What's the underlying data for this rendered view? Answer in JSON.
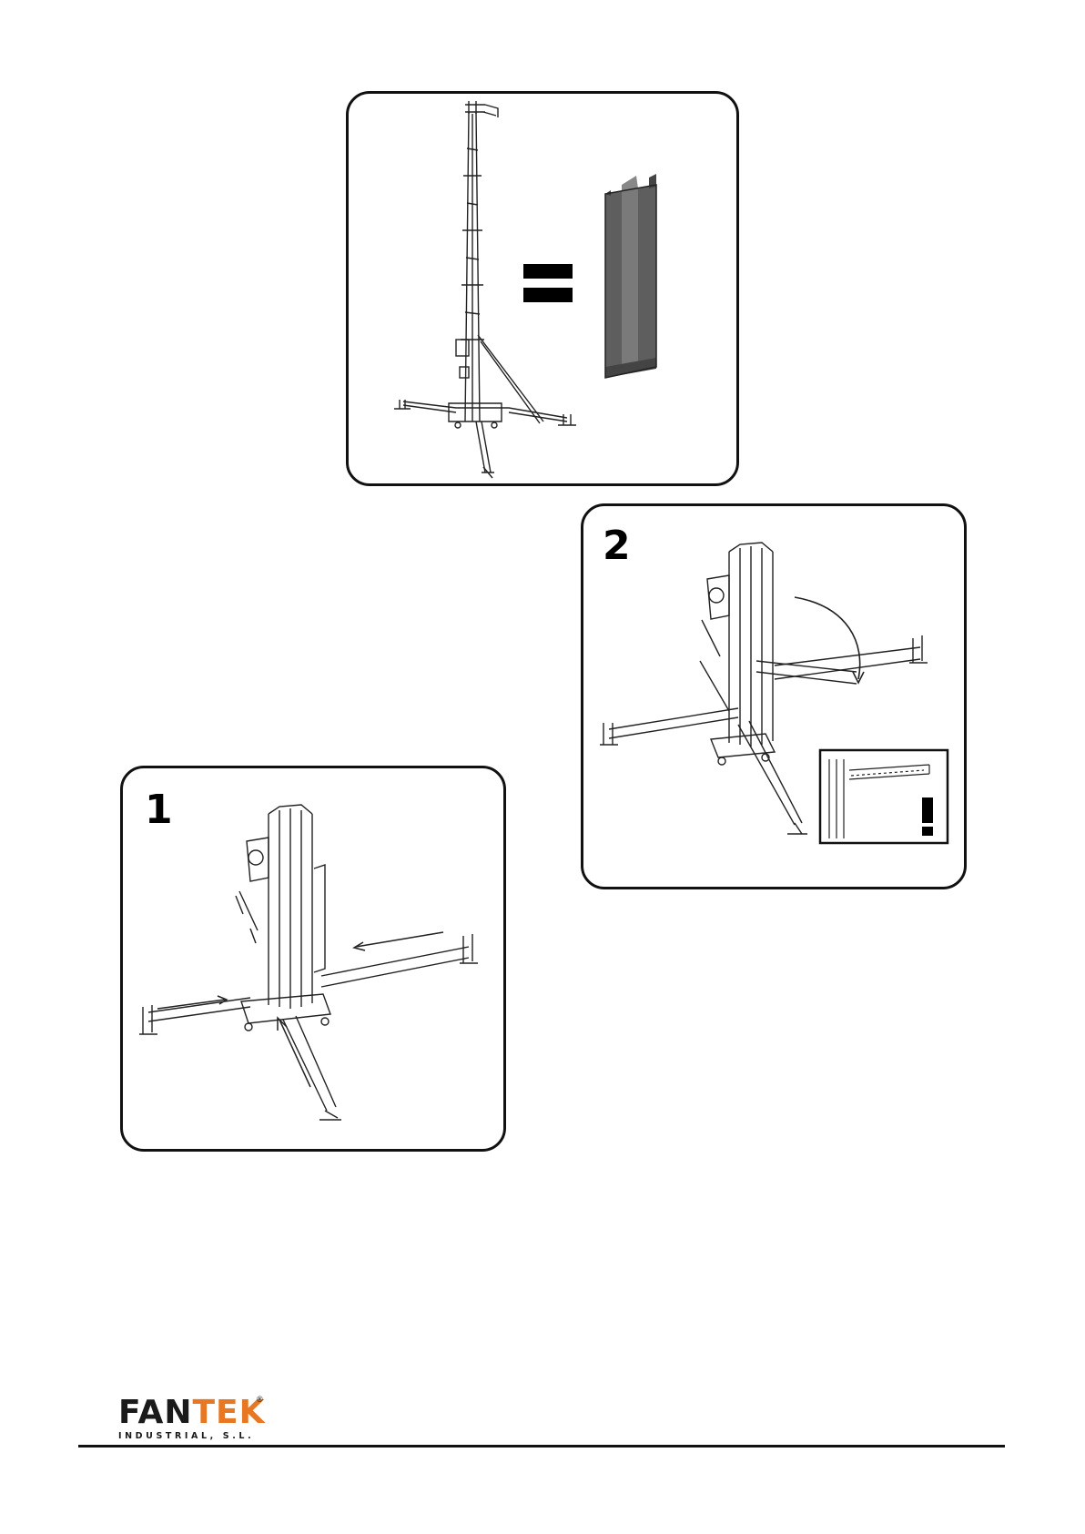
{
  "panels": {
    "equivalence": {
      "icons": [
        "lift-tower-icon",
        "equals-icon",
        "steel-i-beam-icon"
      ]
    },
    "step_1": {
      "number": "1"
    },
    "step_2": {
      "number": "2",
      "inset_icon": "warning-exclamation-icon"
    }
  },
  "footer": {
    "logo_fan": "FAN",
    "logo_tek": "TEK",
    "logo_registered": "®",
    "logo_subtitle": "INDUSTRIAL, S.L."
  },
  "colors": {
    "brand_orange": "#e87722",
    "ink": "#111111",
    "beam_gray": "#6b6b6b"
  }
}
